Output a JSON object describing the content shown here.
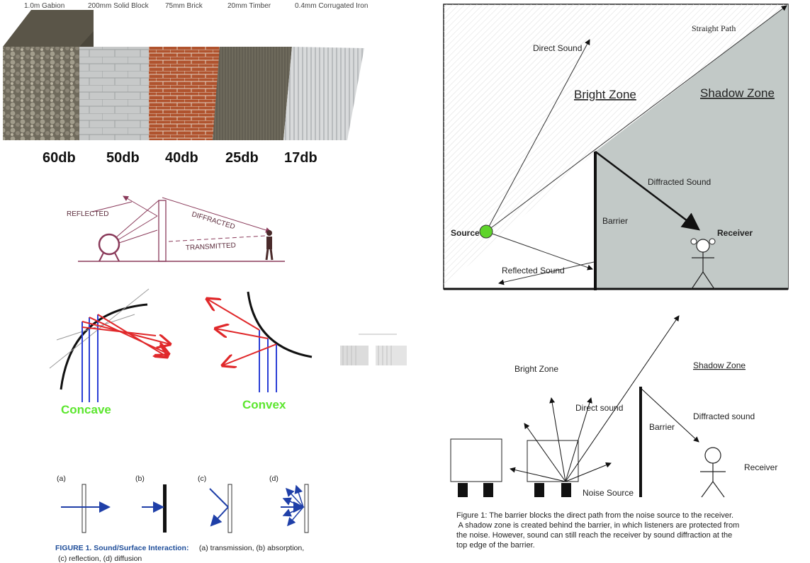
{
  "materials": {
    "labels": [
      "1.0m Gabion",
      "200mm Solid Block",
      "75mm Brick",
      "20mm Timber",
      "0.4mm Corrugated Iron"
    ],
    "db_values": [
      "60db",
      "50db",
      "40db",
      "25db",
      "17db"
    ]
  },
  "barrier_small": {
    "reflected": "REFLECTED",
    "diffracted": "DIFFRACTED",
    "transmitted": "TRANSMITTED"
  },
  "curves": {
    "concave": "Concave",
    "convex": "Convex"
  },
  "figure1_small": {
    "panel_a": "(a)",
    "panel_b": "(b)",
    "panel_c": "(c)",
    "panel_d": "(d)",
    "caption_title": "FIGURE 1. Sound/Surface Interaction:",
    "caption_rest": "(a) transmission,   (b) absorption,",
    "caption_line2": "(c) reflection,  (d) diffusion"
  },
  "zone_diagram": {
    "straight_path": "Straight Path",
    "direct_sound": "Direct Sound",
    "bright_zone": "Bright Zone",
    "shadow_zone": "Shadow Zone",
    "diffracted_sound": "Diffracted Sound",
    "barrier": "Barrier",
    "source": "Source",
    "receiver": "Receiver",
    "reflected_sound": "Reflected Sound"
  },
  "noise_diagram": {
    "bright_zone": "Bright Zone",
    "shadow_zone": "Shadow Zone",
    "direct_sound": "Direct sound",
    "diffracted_sound": "Diffracted sound",
    "barrier": "Barrier",
    "receiver": "Receiver",
    "noise_source": "Noise Source",
    "caption": [
      "Figure 1: The barrier blocks the direct path from the noise source to the receiver.",
      " A shadow zone is created behind the barrier, in which listeners are protected from",
      "the noise. However, sound can still reach the receiver by sound diffraction at  the",
      "top edge of the barrier."
    ]
  },
  "colors": {
    "shadow_gray": "#c2c9c7",
    "arrow_red": "#e0282a",
    "ray_blue": "#2b3fd6",
    "label_green": "#5ce62e",
    "source_green": "#5ed42a",
    "barrier_pink": "#8a3a5a",
    "caption_blue": "#1f4e9a"
  }
}
